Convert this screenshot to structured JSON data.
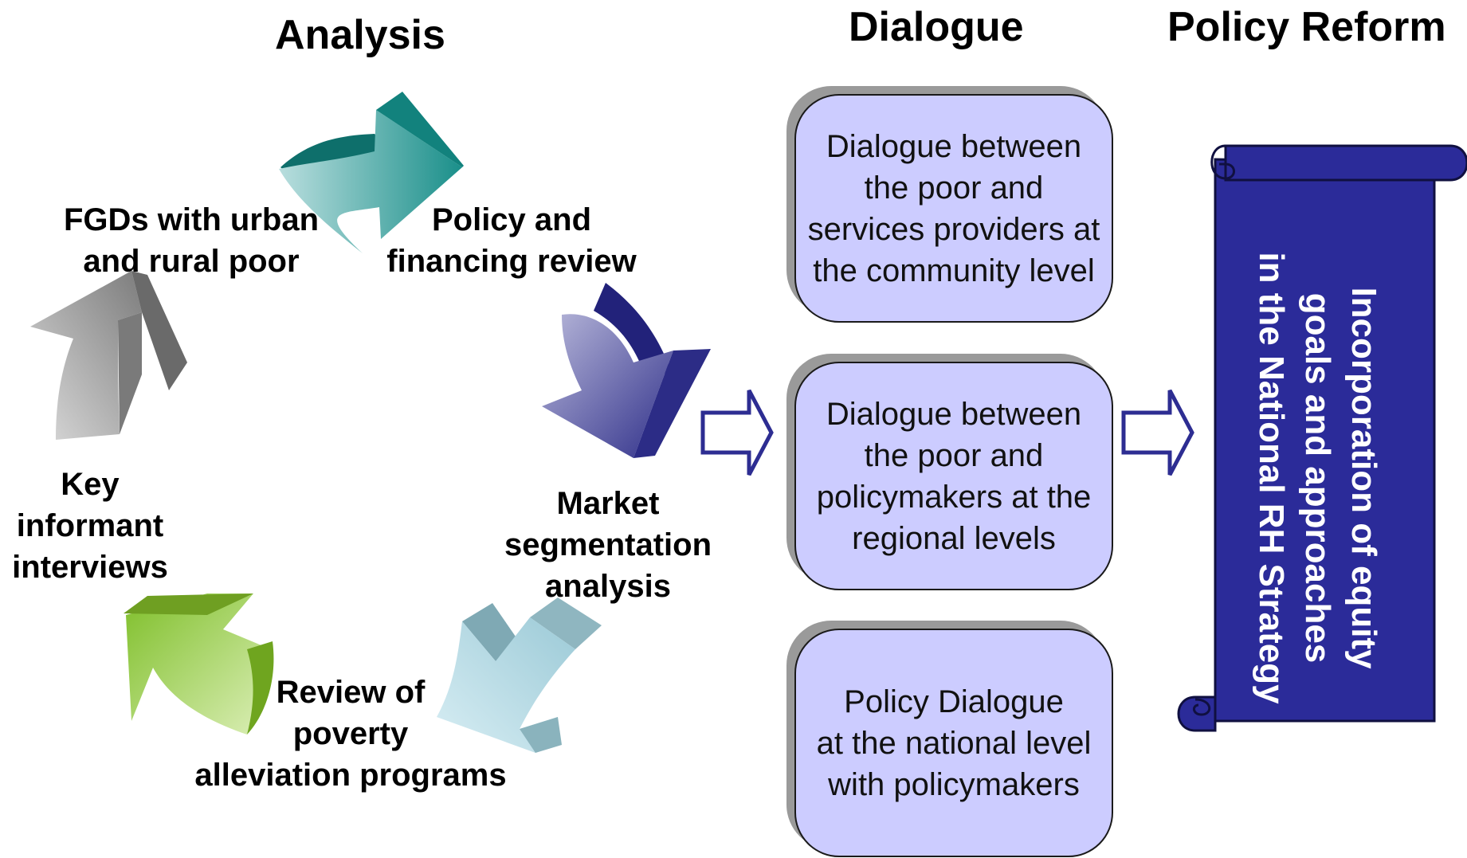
{
  "headers": {
    "analysis": "Analysis",
    "dialogue": "Dialogue",
    "policy_reform": "Policy Reform"
  },
  "cycle": {
    "fgds": "FGDs with urban\nand rural poor",
    "policy_review": "Policy and\nfinancing review",
    "market": "Market\nsegmentation\nanalysis",
    "poverty": "Review of\npoverty\nalleviation programs",
    "key_informant": "Key\ninformant\ninterviews"
  },
  "dialogue": {
    "community": "Dialogue between\nthe poor and\nservices providers at\nthe community level",
    "regional": "Dialogue between\nthe poor and\npolicymakers at the\nregional levels",
    "national": "Policy Dialogue\nat the national level\nwith policymakers"
  },
  "policy": {
    "scroll_text": "Incorporation of equity\ngoals and approaches\nin the National RH Strategy"
  },
  "colors": {
    "teal_arrow": "#138a86",
    "navy_arrow": "#2e2e8a",
    "light_blue_arrow": "#a8d6e3",
    "green_arrow": "#8dc63f",
    "gray_arrow": "#8a8a8a",
    "box_fill": "#ccccff",
    "scroll_fill": "#2b2b99"
  }
}
